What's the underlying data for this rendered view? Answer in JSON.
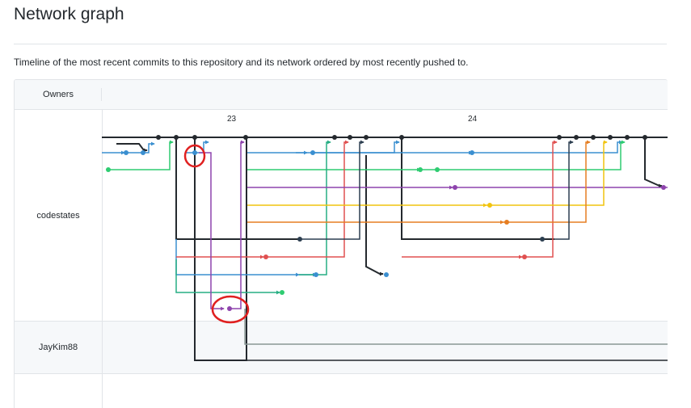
{
  "page": {
    "title": "Network graph",
    "description": "Timeline of the most recent commits to this repository and its network ordered by most recently pushed to."
  },
  "graph": {
    "header_label": "Owners",
    "owners": [
      "codestates",
      "JayKim88"
    ],
    "date_labels": [
      "23",
      "24"
    ]
  },
  "colors": {
    "black": "#24292e",
    "blue": "#3a8fd0",
    "green": "#2ecc71",
    "teal": "#27ae84",
    "red": "#e05050",
    "purple": "#8e44ad",
    "yellow": "#f1c40f",
    "orange": "#e67e22",
    "slate": "#2c3e50",
    "gray": "#8a9795",
    "highlight": "#e02020"
  }
}
